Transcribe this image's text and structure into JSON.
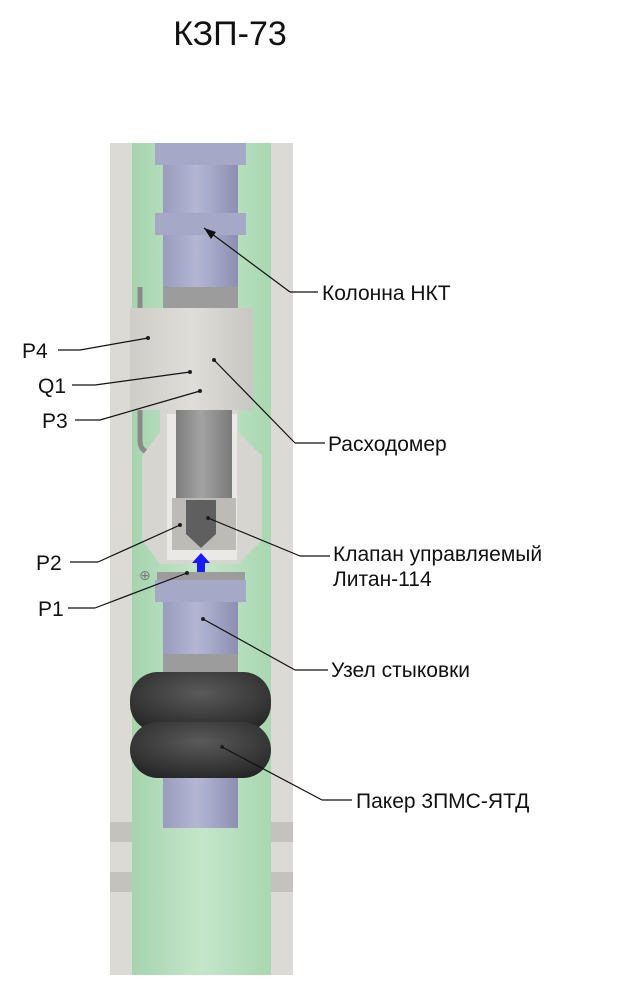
{
  "title": "КЗП-73",
  "labels": {
    "tubing": "Колонна НКТ",
    "flowmeter": "Расходомер",
    "valve_line1": "Клапан управляемый",
    "valve_line2": "Литан-114",
    "docking": "Узел стыковки",
    "packer": "Пакер 3ПМС-ЯТД",
    "p4": "P4",
    "q1": "Q1",
    "p3": "P3",
    "p2": "P2",
    "p1": "P1"
  },
  "colors": {
    "casing": "#dddbd6",
    "annulus": "#b9e0c0",
    "tubing": "#a9abc9",
    "body": "#d9d7d2",
    "cavity": "#eceae6",
    "stem": "#8f8f8f",
    "packer": "#3c3c3c",
    "arrow": "#1a1aff"
  }
}
